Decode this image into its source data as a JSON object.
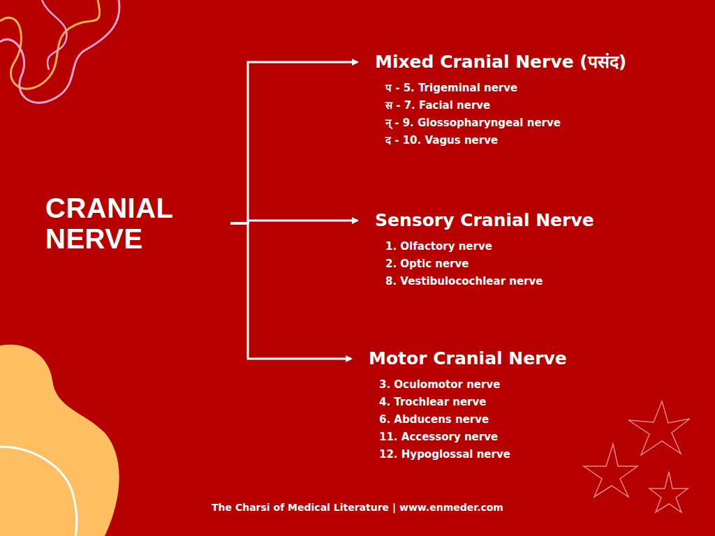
{
  "diagram": {
    "nodes": [
      {
        "text": [
          "CRANIAL NERVE"
        ]
      },
      {
        "text": [
          "Mixed Cranial Nerve  (पसंद)",
          "प - 5. Trigeminal nerve",
          "स - 7. Facial nerve",
          "न् - 9. Glossopharyngeal nerve",
          "द - 10. Vagus nerve"
        ]
      },
      {
        "text": [
          "Sensory Cranial Nerve",
          "1. Olfactory nerve",
          "2. Optic nerve",
          "8. Vestibulocochlear nerve"
        ]
      },
      {
        "text": [
          "Motor Cranial Nerve",
          "3. Oculomotor nerve",
          "4. Trochlear nerve",
          "6. Abducens nerve",
          "11. Accessory nerve",
          "12. Hypoglossal nerve"
        ]
      }
    ],
    "edges": [
      {
        "from": 0,
        "to": 1,
        "arrow": "to"
      },
      {
        "from": 0,
        "to": 2,
        "arrow": "to"
      },
      {
        "from": 0,
        "to": 3,
        "arrow": "to"
      }
    ],
    "labels": [
      "The Charsi of Medical Literature | www.enmeder.com"
    ]
  }
}
